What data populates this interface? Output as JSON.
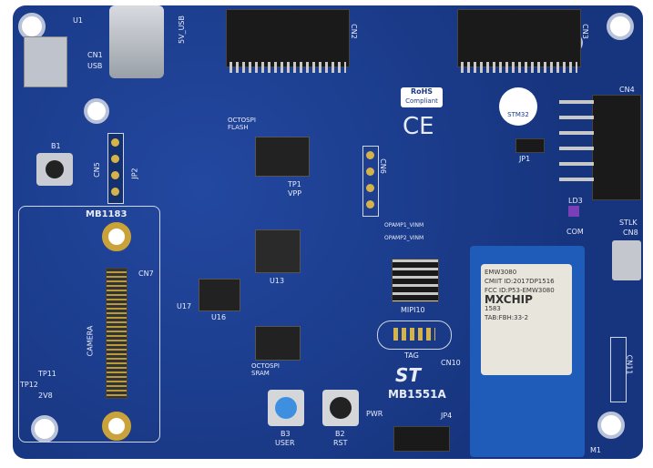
{
  "board": {
    "name": "MB1551A",
    "color": "#1a3a8c",
    "silkscreen_color": "#e8ecf8"
  },
  "labels": {
    "u1": "U1",
    "usb": "USB",
    "cn1": "CN1",
    "usb_c": "5V_USB",
    "cn2": "CN2",
    "cn3": "CN3",
    "cn4": "CN4",
    "b1": "B1",
    "cn5": "CN5",
    "jp2": "JP2",
    "mb1183": "MB1183",
    "camera": "CAMERA",
    "cn7": "CN7",
    "octospi_flash": "OCTOSPI FLASH",
    "octospi_sram": "OCTOSPI SRAM",
    "u13": "U13",
    "u16": "U16",
    "u17": "U17",
    "rohs": "RoHS",
    "rohs_sub": "Compliant",
    "ce": "CE",
    "stm32": "STM32",
    "jp1": "JP1",
    "cn6": "CN6",
    "mipi10": "MIPI10",
    "tag": "TAG",
    "cn10": "CN10",
    "mb1551a": "MB1551A",
    "st_logo": "ST",
    "stlk": "STLK",
    "cn8": "CN8",
    "com": "COM",
    "ld3": "LD3",
    "cn11": "CN11",
    "m1": "M1",
    "b3": "B3",
    "user": "USER",
    "b2": "B2",
    "rst": "RST",
    "pwr": "PWR",
    "jp4": "JP4",
    "tp12": "TP12",
    "tp11": "TP11",
    "v28": "2V8",
    "opamp1": "OPAMP1_VINM",
    "opamp2": "OPAMP2_VINM",
    "tp1": "TP1",
    "vpp": "VPP"
  },
  "module": {
    "brand": "MXCHIP",
    "model": "EMW3080",
    "lines": [
      "CMIIT ID:2017DP1516",
      "FCC ID:P53-EMW3080",
      "1583",
      "TAB:FBH:33-2"
    ]
  }
}
